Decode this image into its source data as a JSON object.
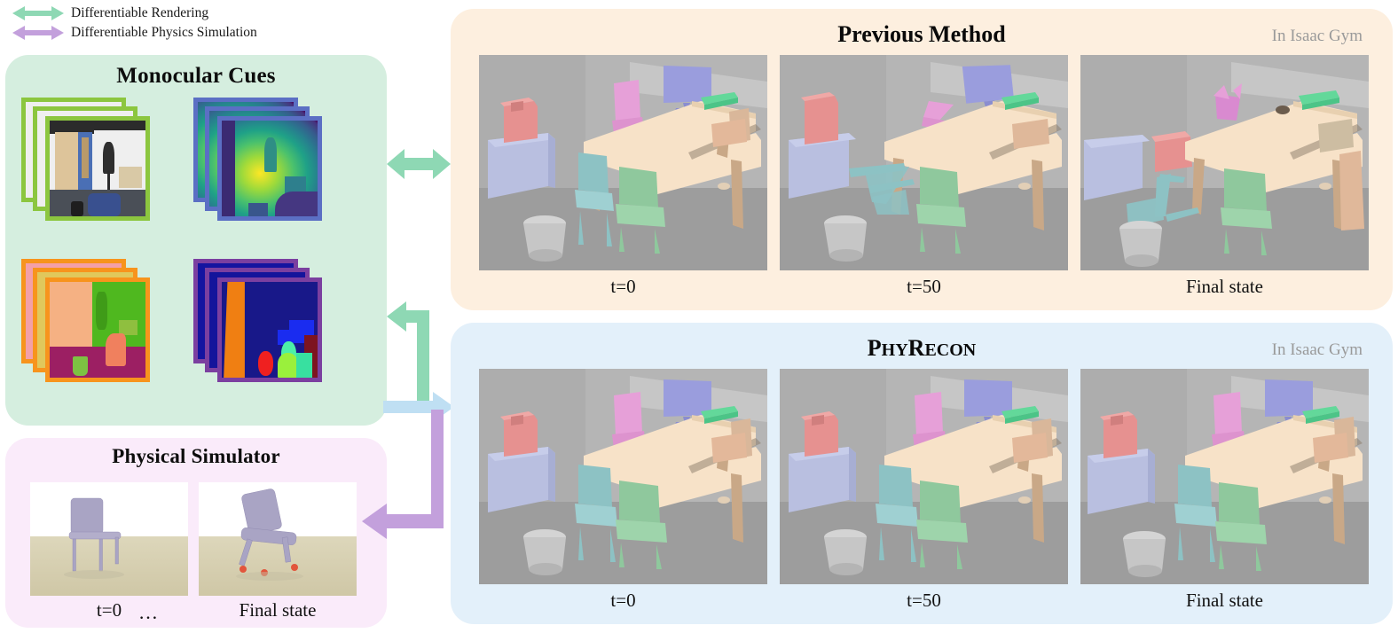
{
  "legend": {
    "items": [
      {
        "label": "Differentiable Rendering",
        "color": "#8ed8b4",
        "icon": "double-arrow-icon"
      },
      {
        "label": "Differentiable Physics Simulation",
        "color": "#c3a0dc",
        "icon": "double-arrow-icon"
      }
    ]
  },
  "cues_panel": {
    "title": "Monocular Cues",
    "bg": "#d5eedf",
    "stacks": [
      {
        "name": "rgb-image-stack",
        "border": "#8cc63f",
        "modality": "RGB image"
      },
      {
        "name": "depth-map-stack",
        "border": "#5b6fc4",
        "modality": "Depth map"
      },
      {
        "name": "normal-map-stack",
        "border": "#f7941d",
        "modality": "Normal map"
      },
      {
        "name": "segmentation-map-stack",
        "border": "#7b3fa0",
        "modality": "Segmentation map"
      }
    ]
  },
  "simulator_panel": {
    "title": "Physical Simulator",
    "bg": "#faebfa",
    "frames": [
      {
        "caption": "t=0",
        "state": "upright particle chair"
      },
      {
        "caption": "Final state",
        "state": "collapsed particle chair"
      }
    ],
    "ellipsis": "…"
  },
  "previous_panel": {
    "title": "Previous Method",
    "tag": "In Isaac Gym",
    "bg": "#fdefdf",
    "frames": [
      {
        "caption": "t=0",
        "stable": true
      },
      {
        "caption": "t=50",
        "stable": false
      },
      {
        "caption": "Final state",
        "stable": false
      }
    ]
  },
  "phyrecon_panel": {
    "title": {
      "part1": "P",
      "part2": "HY",
      "part3": "R",
      "part4": "ECON"
    },
    "title_plain": "PhyRecon",
    "tag": "In Isaac Gym",
    "bg": "#e3f0fa",
    "frames": [
      {
        "caption": "t=0",
        "stable": true
      },
      {
        "caption": "t=50",
        "stable": true
      },
      {
        "caption": "Final state",
        "stable": true
      }
    ]
  },
  "arrows": {
    "render_bidirectional": {
      "color": "#8ed8b4",
      "name": "differentiable-rendering-arrow"
    },
    "render_elbow": {
      "color": "#8ed8b4",
      "name": "rendering-feedback-arrow"
    },
    "to_phyrecon": {
      "color": "#bfdff3",
      "name": "to-phyrecon-arrow"
    },
    "physics_elbow": {
      "color": "#c3a0dc",
      "name": "physics-simulation-arrow"
    }
  }
}
